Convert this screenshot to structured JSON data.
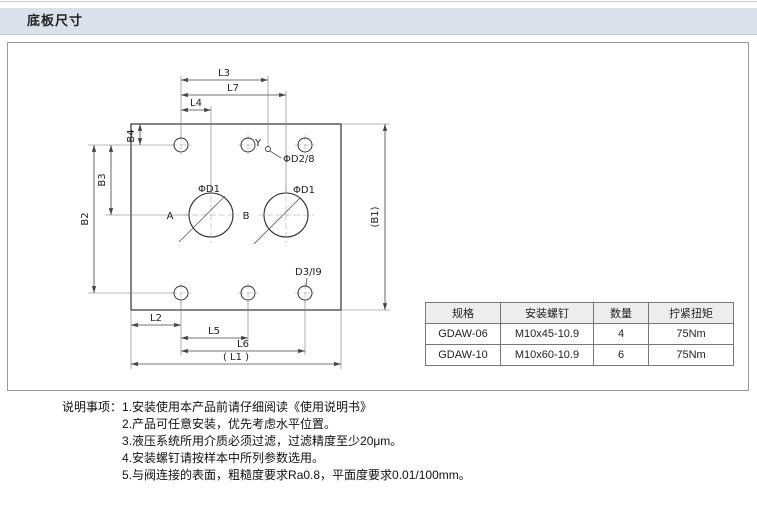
{
  "page": {
    "title": "底板尺寸"
  },
  "colors": {
    "section_header_bg": "#d9e1ea"
  },
  "drawing": {
    "labels": {
      "l3": "L3",
      "l7": "L7",
      "l4": "L4",
      "b4": "B4",
      "b3": "B3",
      "b2": "B2",
      "b1": "(B1)",
      "l2": "L2",
      "l5": "L5",
      "l6": "L6",
      "l1": "( L1 )",
      "phi_d1_a": "ΦD1",
      "phi_d1_b": "ΦD1",
      "phi_d2": "ΦD2/8",
      "d3": "D3/I9",
      "port_a": "A",
      "port_b": "B",
      "port_y": "Y"
    }
  },
  "table": {
    "headers": [
      "规格",
      "安装螺钉",
      "数量",
      "拧紧扭矩"
    ],
    "rows": [
      [
        "GDAW-06",
        "M10x45-10.9",
        "4",
        "75Nm"
      ],
      [
        "GDAW-10",
        "M10x60-10.9",
        "6",
        "75Nm"
      ]
    ]
  },
  "notes": {
    "label": "说明事项：",
    "items": [
      "1.安装使用本产品前请仔细阅读《使用说明书》",
      "2.产品可任意安装，优先考虑水平位置。",
      "3.液压系统所用介质必须过滤，过滤精度至少20μm。",
      "4.安装螺钉请按样本中所列参数选用。",
      "5.与阀连接的表面，粗糙度要求Ra0.8，平面度要求0.01/100mm。"
    ]
  }
}
